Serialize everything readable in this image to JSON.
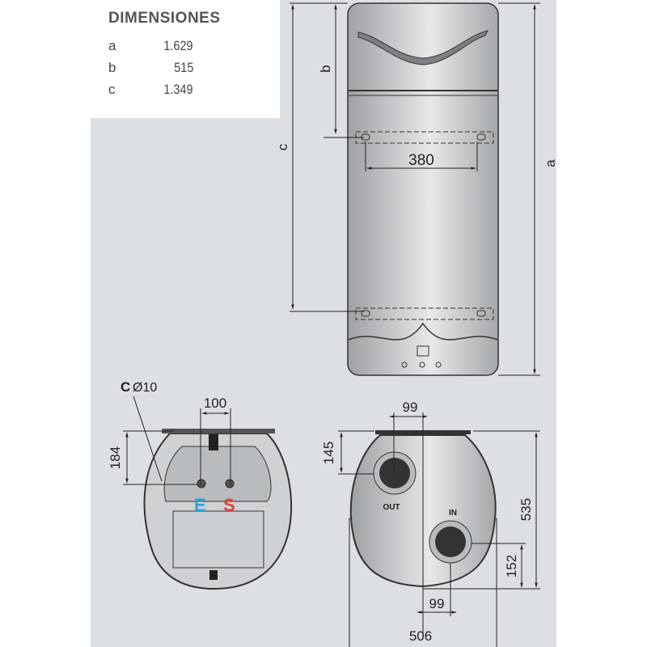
{
  "table": {
    "title": "DIMENSIONES",
    "rows": [
      {
        "key": "a",
        "value": "1.629"
      },
      {
        "key": "b",
        "value": "515"
      },
      {
        "key": "c",
        "value": "1.349"
      }
    ]
  },
  "front_view": {
    "label_a": "a",
    "label_b": "b",
    "label_c": "c",
    "bracket_spacing": "380"
  },
  "bottom_view": {
    "connector_label": "C",
    "connector_diameter": "Ø10",
    "pipe_spacing": "100",
    "pipe_height": "184",
    "inlet_label": "E",
    "outlet_label": "S"
  },
  "top_view": {
    "out_offset_x": "99",
    "out_offset_y": "145",
    "depth": "535",
    "in_offset_y": "152",
    "in_offset_x": "99",
    "width": "506",
    "out_label": "OUT",
    "in_label": "IN"
  },
  "colors": {
    "background": "#dcdfe3",
    "inlet": "#2ba3dc",
    "outlet": "#e3423d",
    "body": "#c9cccf"
  }
}
